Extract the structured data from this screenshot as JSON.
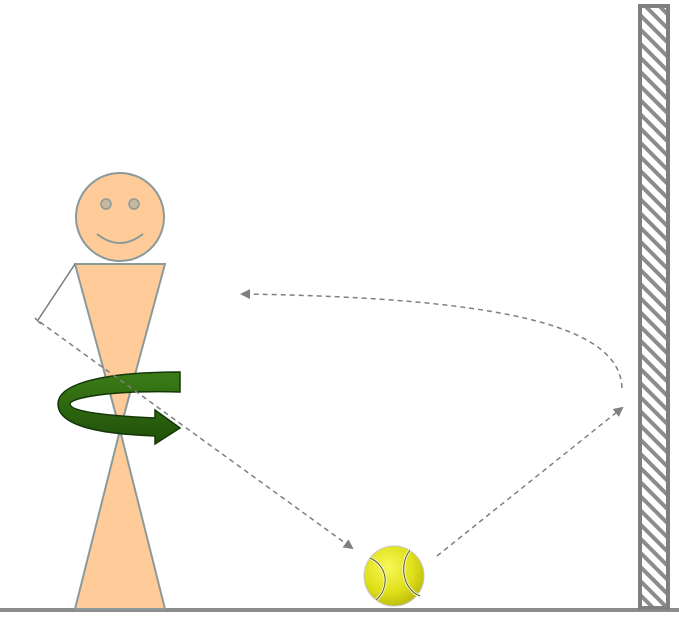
{
  "colors": {
    "background": "#ffffff",
    "skin": "#ffcc99",
    "outline": "#8a9a9a",
    "arm_line": "#7a7a7a",
    "path_dash": "#7f7f7f",
    "rotation_arrow": "#2e6a0f",
    "rotation_arrow_dark": "#1f4a08",
    "ball": "#e6e619",
    "ball_seam": "#5a5a10",
    "wall_stroke": "#7f7f7f",
    "wall_hatch": "#8c8c8c",
    "ground": "#8c8c8c"
  },
  "elements": {
    "person": "stick-figure-player",
    "ball": "tennis-ball-icon",
    "wall": "hatched-wall",
    "rotation": "rotation-arrow-icon",
    "paths": [
      "trajectory-to-ground",
      "trajectory-to-wall",
      "trajectory-return"
    ]
  }
}
